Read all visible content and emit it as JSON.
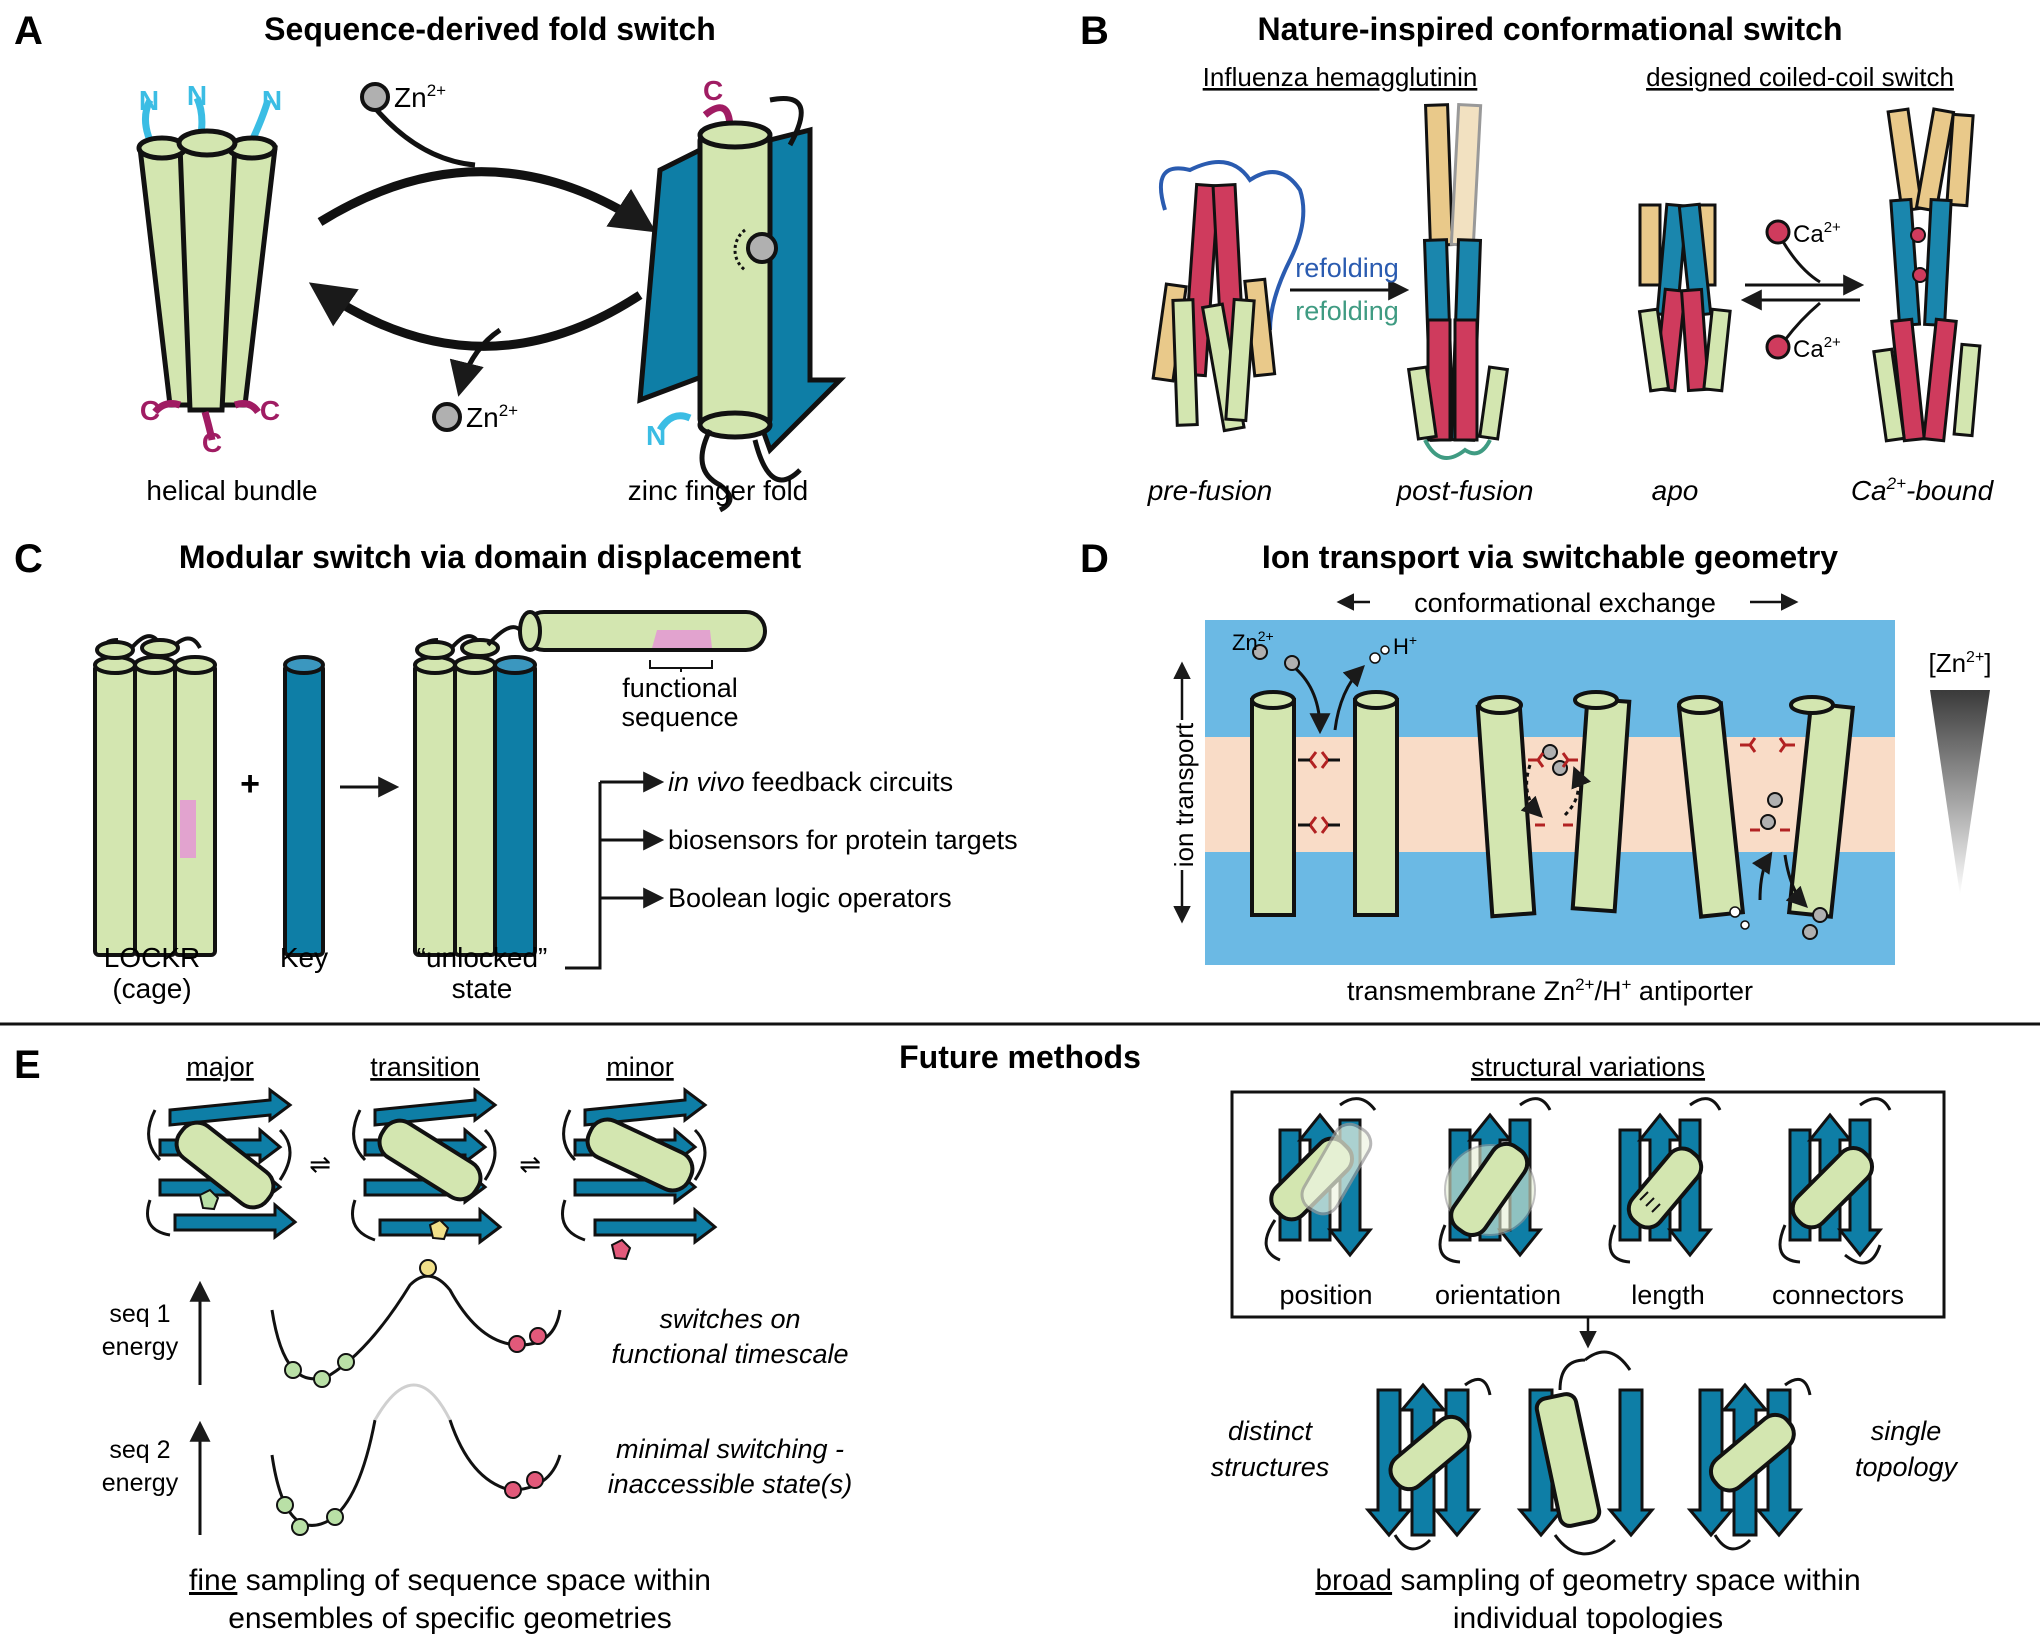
{
  "colors": {
    "helix_green": "#d3e6b0",
    "strand_blue": "#0e7ea6",
    "n_term_cyan": "#3bbde4",
    "c_term_magenta": "#a01c63",
    "membrane_water": "#6bb9e4",
    "membrane_lipid": "#f9dcc7",
    "ha_red": "#cf3b5d",
    "ha_yellow": "#e9c98a",
    "ha_blue": "#1a86ad",
    "refold_blue": "#2a5bb0",
    "refold_green": "#3f9b82",
    "cage_pink": "#e2a3cf",
    "state_green": "#b9e0a6",
    "state_yellow": "#f1e08a",
    "state_red": "#e2597a"
  },
  "panel_a": {
    "letter": "A",
    "title": "Sequence-derived fold switch",
    "zn_in": "Zn",
    "zn_in_sup": "2+",
    "zn_out": "Zn",
    "zn_out_sup": "2+",
    "n_term": "N",
    "c_term": "C",
    "bundle_label": "helical bundle",
    "zinc_label": "zinc finger fold"
  },
  "panel_b": {
    "letter": "B",
    "title": "Nature-inspired conformational switch",
    "left_header": "Influenza hemagglutinin",
    "right_header": "designed coiled-coil switch",
    "refold_1": "refolding",
    "refold_2": "refolding",
    "ca_top": "Ca",
    "ca_top_sup": "2+",
    "ca_bottom": "Ca",
    "ca_bottom_sup": "2+",
    "label_prefusion": "pre-fusion",
    "label_postfusion": "post-fusion",
    "label_apo": "apo",
    "label_ca": "Ca",
    "label_ca_sup": "2+",
    "label_ca_rest": "-bound"
  },
  "panel_c": {
    "letter": "C",
    "title": "Modular switch via domain displacement",
    "plus": "+",
    "lockr_1": "LOCKR",
    "lockr_2": "(cage)",
    "key": "Key",
    "unlocked_1": "“unlocked”",
    "unlocked_2": "state",
    "func_1": "functional",
    "func_2": "sequence",
    "app_1_italic": "in vivo",
    "app_1_rest": " feedback circuits",
    "app_2": "biosensors for protein targets",
    "app_3": "Boolean logic operators"
  },
  "panel_d": {
    "letter": "D",
    "title": "Ion transport via switchable geometry",
    "exchange": "conformational exchange",
    "ion_transport": "ion transport",
    "zn": "Zn",
    "zn_sup": "2+",
    "h": "H",
    "h_sup": "+",
    "gradient_label_pre": "[Zn",
    "gradient_label_sup": "2+",
    "gradient_label_post": "]",
    "caption_pre": "transmembrane Zn",
    "caption_sup1": "2+",
    "caption_mid": "/H",
    "caption_sup2": "+",
    "caption_post": " antiporter"
  },
  "panel_e": {
    "letter": "E",
    "title": "Future methods",
    "state_major": "major",
    "state_transition": "transition",
    "state_minor": "minor",
    "equilibrium_symbol": "⇌",
    "seq1_1": "seq 1",
    "seq1_2": "energy",
    "seq2_1": "seq 2",
    "seq2_2": "energy",
    "note1_1": "switches on",
    "note1_2": "functional timescale",
    "note2_1": "minimal switching -",
    "note2_2": "inaccessible state(s)",
    "fine_underlined": "fine",
    "fine_rest": " sampling of sequence space within",
    "fine_line2": "ensembles of specific geometries",
    "sv_header": "structural variations",
    "sv_position": "position",
    "sv_orientation": "orientation",
    "sv_length": "length",
    "sv_connectors": "connectors",
    "distinct_1": "distinct",
    "distinct_2": "structures",
    "single_1": "single",
    "single_2": "topology",
    "broad_underlined": "broad",
    "broad_rest": " sampling of geometry space within",
    "broad_line2": "individual topologies"
  }
}
